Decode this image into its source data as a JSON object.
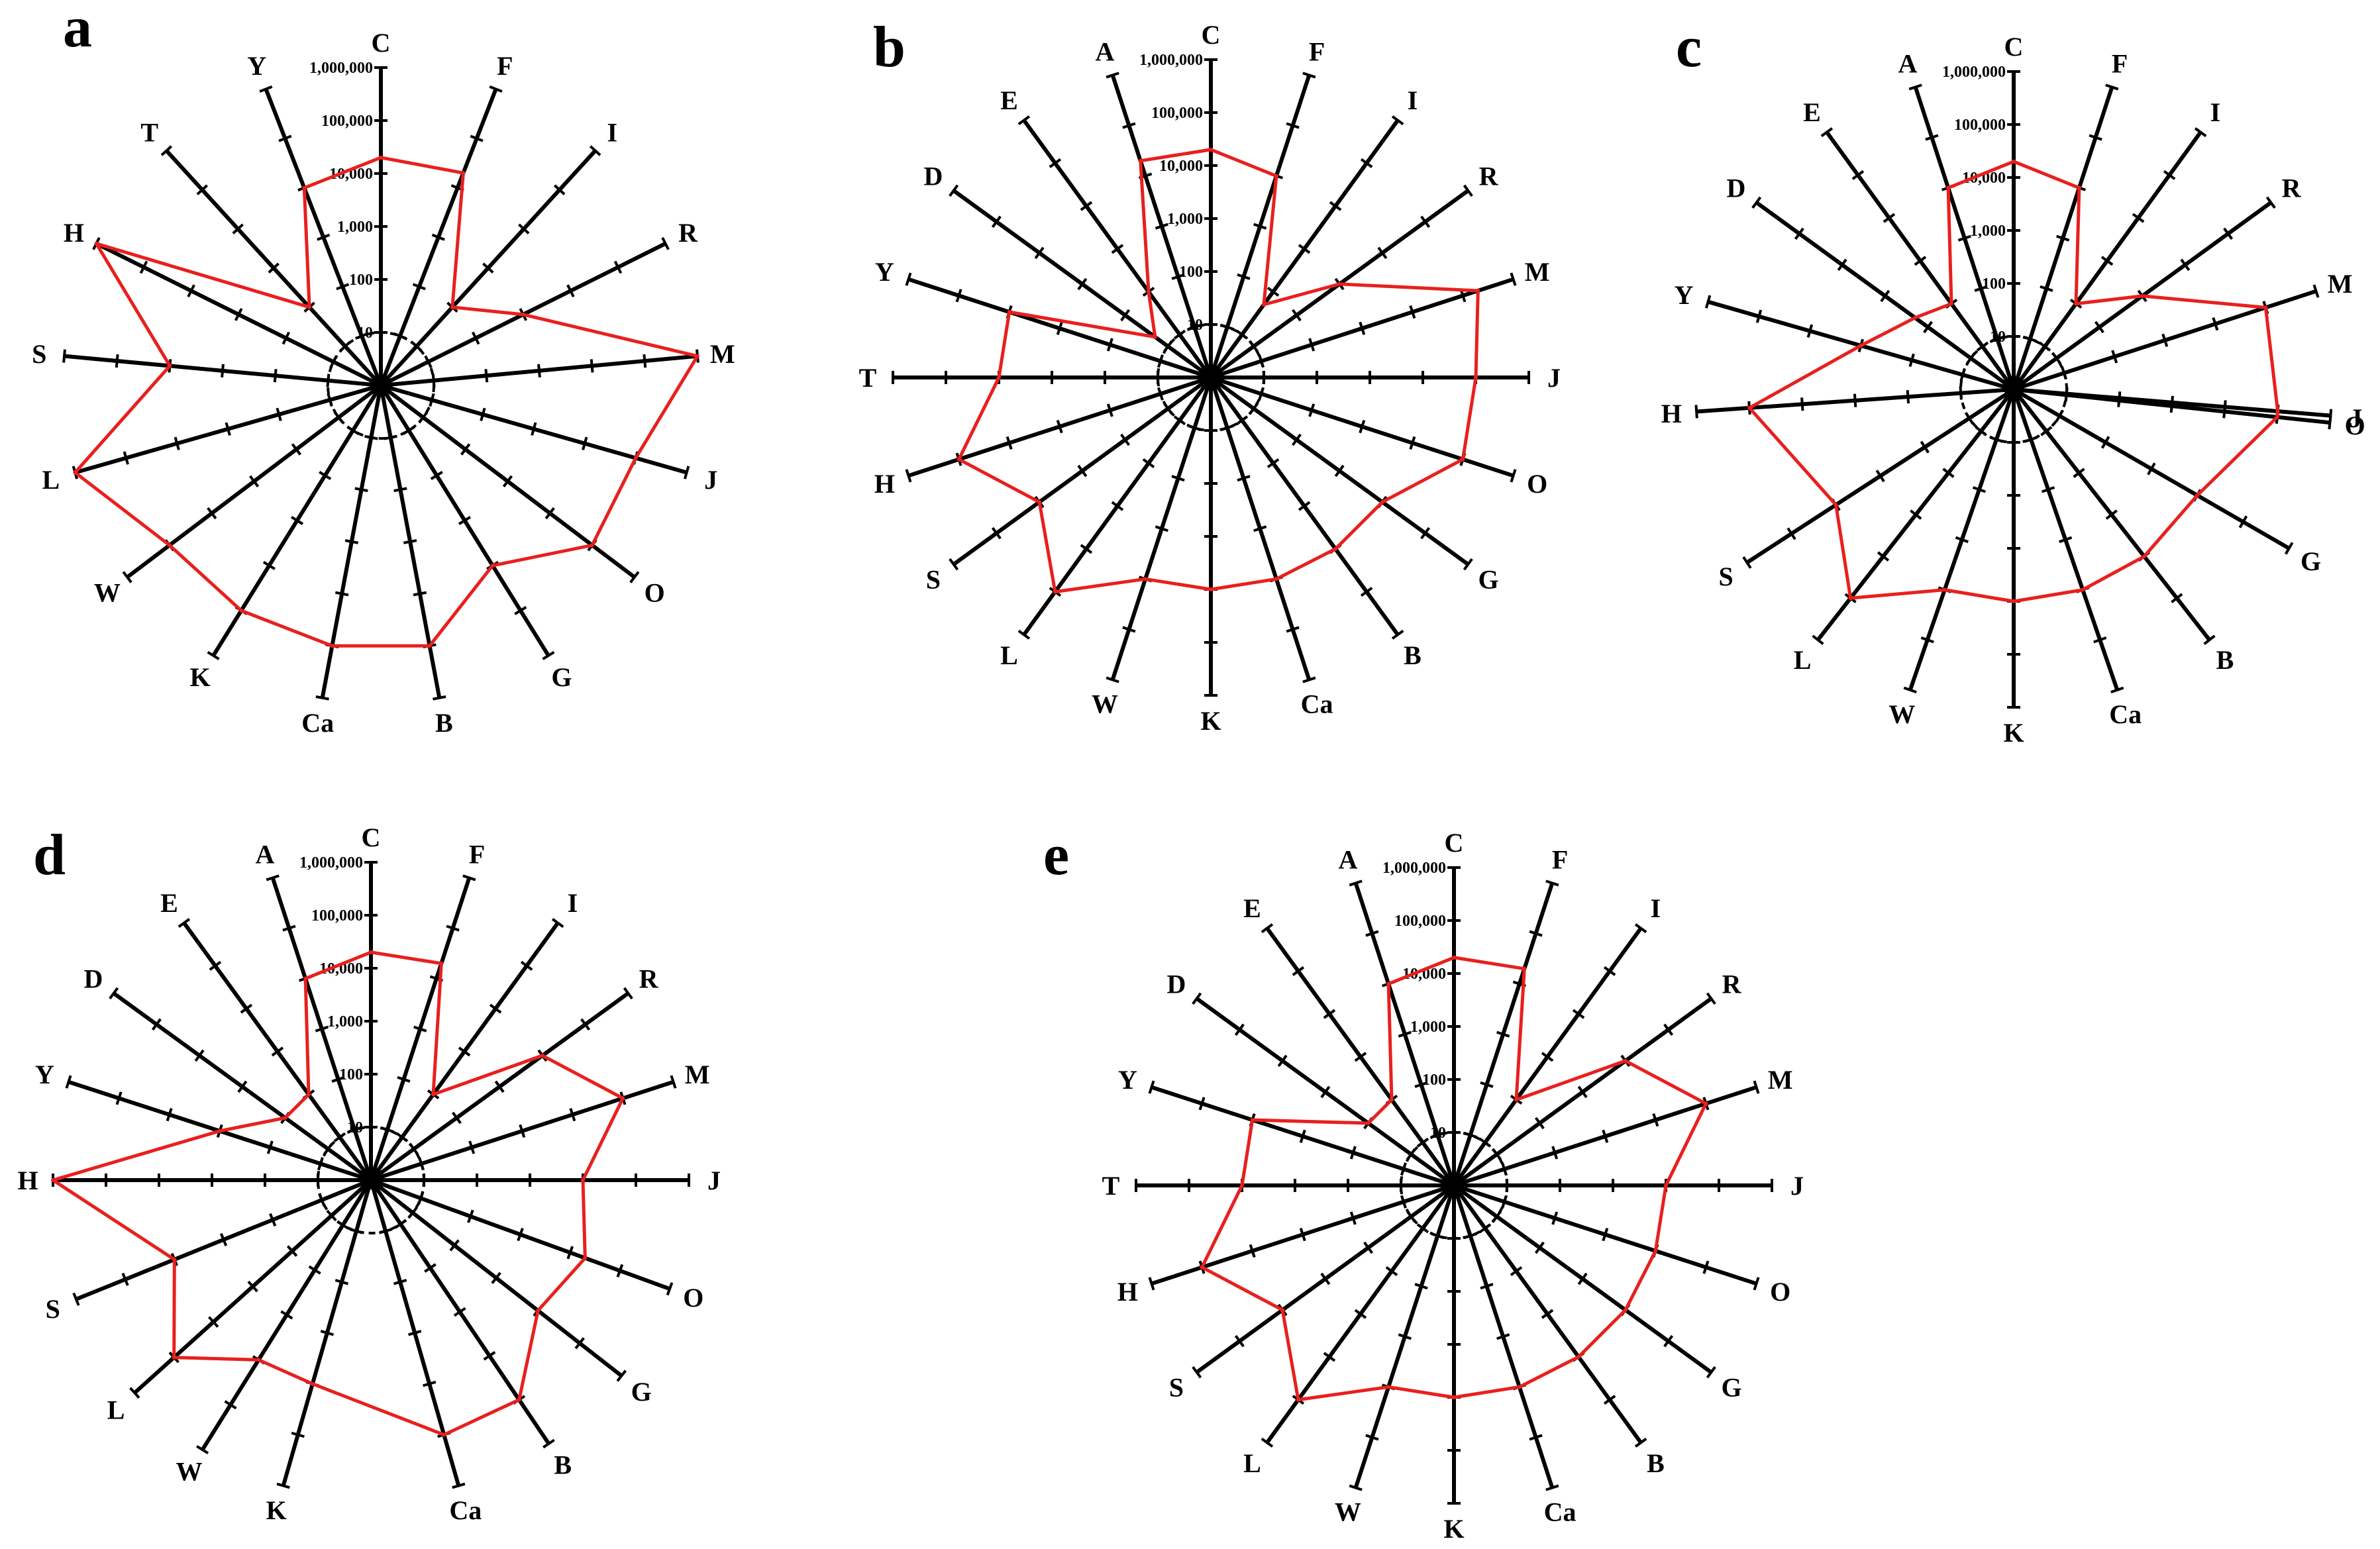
{
  "figure": {
    "line_color": "#e8201e",
    "axis_color": "#000000"
  },
  "chart_data": [
    {
      "panel": "a",
      "type": "radar",
      "scale": "log",
      "range": [
        1,
        1000000
      ],
      "tick_labels": [
        "10",
        "100",
        "1,000",
        "10,000",
        "100,000",
        "1,000,000"
      ],
      "axes": [
        "C",
        "F",
        "I",
        "R",
        "M",
        "J",
        "O",
        "G",
        "B",
        "Ca",
        "K",
        "W",
        "L",
        "S",
        "H",
        "T",
        "Y"
      ],
      "values": [
        20000,
        20000,
        100,
        1000,
        1000000,
        100000,
        100000,
        10000,
        100000,
        100000,
        100000,
        100000,
        1000000,
        10000,
        1000000,
        100,
        10000
      ]
    },
    {
      "panel": "b",
      "type": "radar",
      "scale": "log",
      "range": [
        1,
        1000000
      ],
      "tick_labels": [
        "10",
        "100",
        "1,000",
        "10,000",
        "100,000",
        "1,000,000"
      ],
      "axes": [
        "C",
        "F",
        "I",
        "R",
        "M",
        "J",
        "O",
        "G",
        "B",
        "Ca",
        "K",
        "W",
        "L",
        "S",
        "H",
        "T",
        "Y",
        "D",
        "E",
        "A"
      ],
      "values": [
        20000,
        10000,
        50,
        1000,
        200000,
        100000,
        100000,
        10000,
        10000,
        10000,
        10000,
        10000,
        100000,
        10000,
        100000,
        10000,
        10000,
        20,
        100,
        20000
      ]
    },
    {
      "panel": "c",
      "type": "radar",
      "scale": "log",
      "range": [
        1,
        1000000
      ],
      "tick_labels": [
        "10",
        "100",
        "1,000",
        "10,000",
        "100,000",
        "1,000,000"
      ],
      "axes": [
        "C",
        "F",
        "I",
        "R",
        "M",
        "J",
        "O",
        "G",
        "B",
        "Ca",
        "K",
        "W",
        "L",
        "S",
        "H",
        "Y",
        "D",
        "E",
        "A"
      ],
      "values": [
        20000,
        10000,
        100,
        1000,
        100000,
        100000,
        100000,
        10000,
        10000,
        10000,
        10000,
        10000,
        100000,
        10000,
        100000,
        1000,
        200,
        100,
        10000
      ]
    },
    {
      "panel": "d",
      "type": "radar",
      "scale": "log",
      "range": [
        1,
        1000000
      ],
      "tick_labels": [
        "10",
        "100",
        "1,000",
        "10,000",
        "100,000",
        "1,000,000"
      ],
      "axes": [
        "C",
        "F",
        "I",
        "R",
        "M",
        "J",
        "O",
        "G",
        "B",
        "Ca",
        "K",
        "W",
        "L",
        "S",
        "H",
        "Y",
        "D",
        "E",
        "A"
      ],
      "values": [
        20000,
        20000,
        100,
        10000,
        100000,
        10000,
        20000,
        10000,
        100000,
        100000,
        10000,
        10000,
        100000,
        10000,
        1000000,
        1000,
        100,
        100,
        10000
      ]
    },
    {
      "panel": "e",
      "type": "radar",
      "scale": "log",
      "range": [
        1,
        1000000
      ],
      "tick_labels": [
        "10",
        "100",
        "1,000",
        "10,000",
        "100,000",
        "1,000,000"
      ],
      "axes": [
        "C",
        "F",
        "I",
        "R",
        "M",
        "J",
        "O",
        "G",
        "B",
        "Ca",
        "K",
        "W",
        "L",
        "S",
        "H",
        "T",
        "Y",
        "D",
        "E",
        "A"
      ],
      "values": [
        20000,
        20000,
        100,
        10000,
        100000,
        10000,
        10000,
        10000,
        10000,
        10000,
        10000,
        10000,
        100000,
        10000,
        100000,
        10000,
        10000,
        100,
        100,
        10000
      ]
    }
  ]
}
